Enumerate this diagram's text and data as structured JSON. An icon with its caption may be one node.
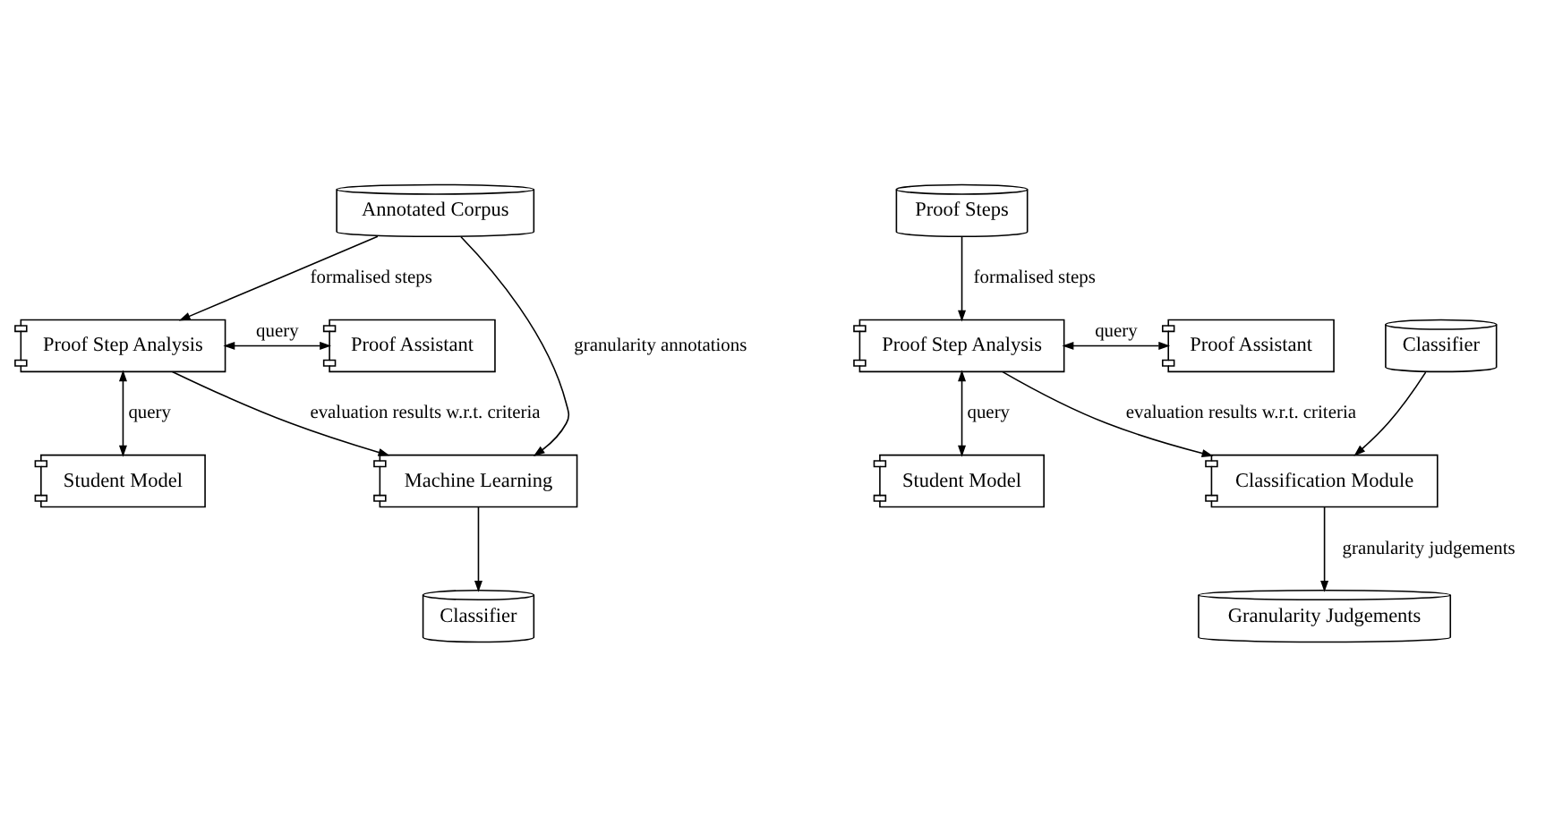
{
  "diagram": {
    "nodes": [
      {
        "text": [
          "Annotated Corpus"
        ]
      },
      {
        "text": [
          "Proof Step Analysis"
        ]
      },
      {
        "text": [
          "Proof Assistant"
        ]
      },
      {
        "text": [
          "Machine Learning"
        ]
      },
      {
        "text": [
          "Student Model"
        ]
      },
      {
        "text": [
          "Classifier"
        ]
      },
      {
        "text": [
          "Proof Steps"
        ]
      },
      {
        "text": [
          "Proof Step Analysis"
        ]
      },
      {
        "text": [
          "Proof Assistant"
        ]
      },
      {
        "text": [
          "Classifier"
        ]
      },
      {
        "text": [
          "Classification Module"
        ]
      },
      {
        "text": [
          "Student Model"
        ]
      },
      {
        "text": [
          "Granularity Judgements"
        ]
      }
    ],
    "edges": [
      {
        "from": 0,
        "to": 1,
        "arrow": "to",
        "label": "formalised steps"
      },
      {
        "from": 1,
        "to": 2,
        "arrow": "both",
        "label": "query"
      },
      {
        "from": 1,
        "to": 3,
        "arrow": "to",
        "label": "evaluation results w.r.t. criteria"
      },
      {
        "from": 0,
        "to": 3,
        "arrow": "to",
        "label": "granularity annotations"
      },
      {
        "from": 1,
        "to": 4,
        "arrow": "both",
        "label": "query"
      },
      {
        "from": 3,
        "to": 5,
        "arrow": "to"
      },
      {
        "from": 6,
        "to": 7,
        "arrow": "to",
        "label": "formalised steps"
      },
      {
        "from": 7,
        "to": 8,
        "arrow": "both",
        "label": "query"
      },
      {
        "from": 7,
        "to": 10,
        "arrow": "to",
        "label": "evaluation results w.r.t. criteria"
      },
      {
        "from": 9,
        "to": 10,
        "arrow": "to"
      },
      {
        "from": 7,
        "to": 11,
        "arrow": "both",
        "label": "query"
      },
      {
        "from": 10,
        "to": 12,
        "arrow": "to",
        "label": "granularity judgements"
      }
    ]
  }
}
